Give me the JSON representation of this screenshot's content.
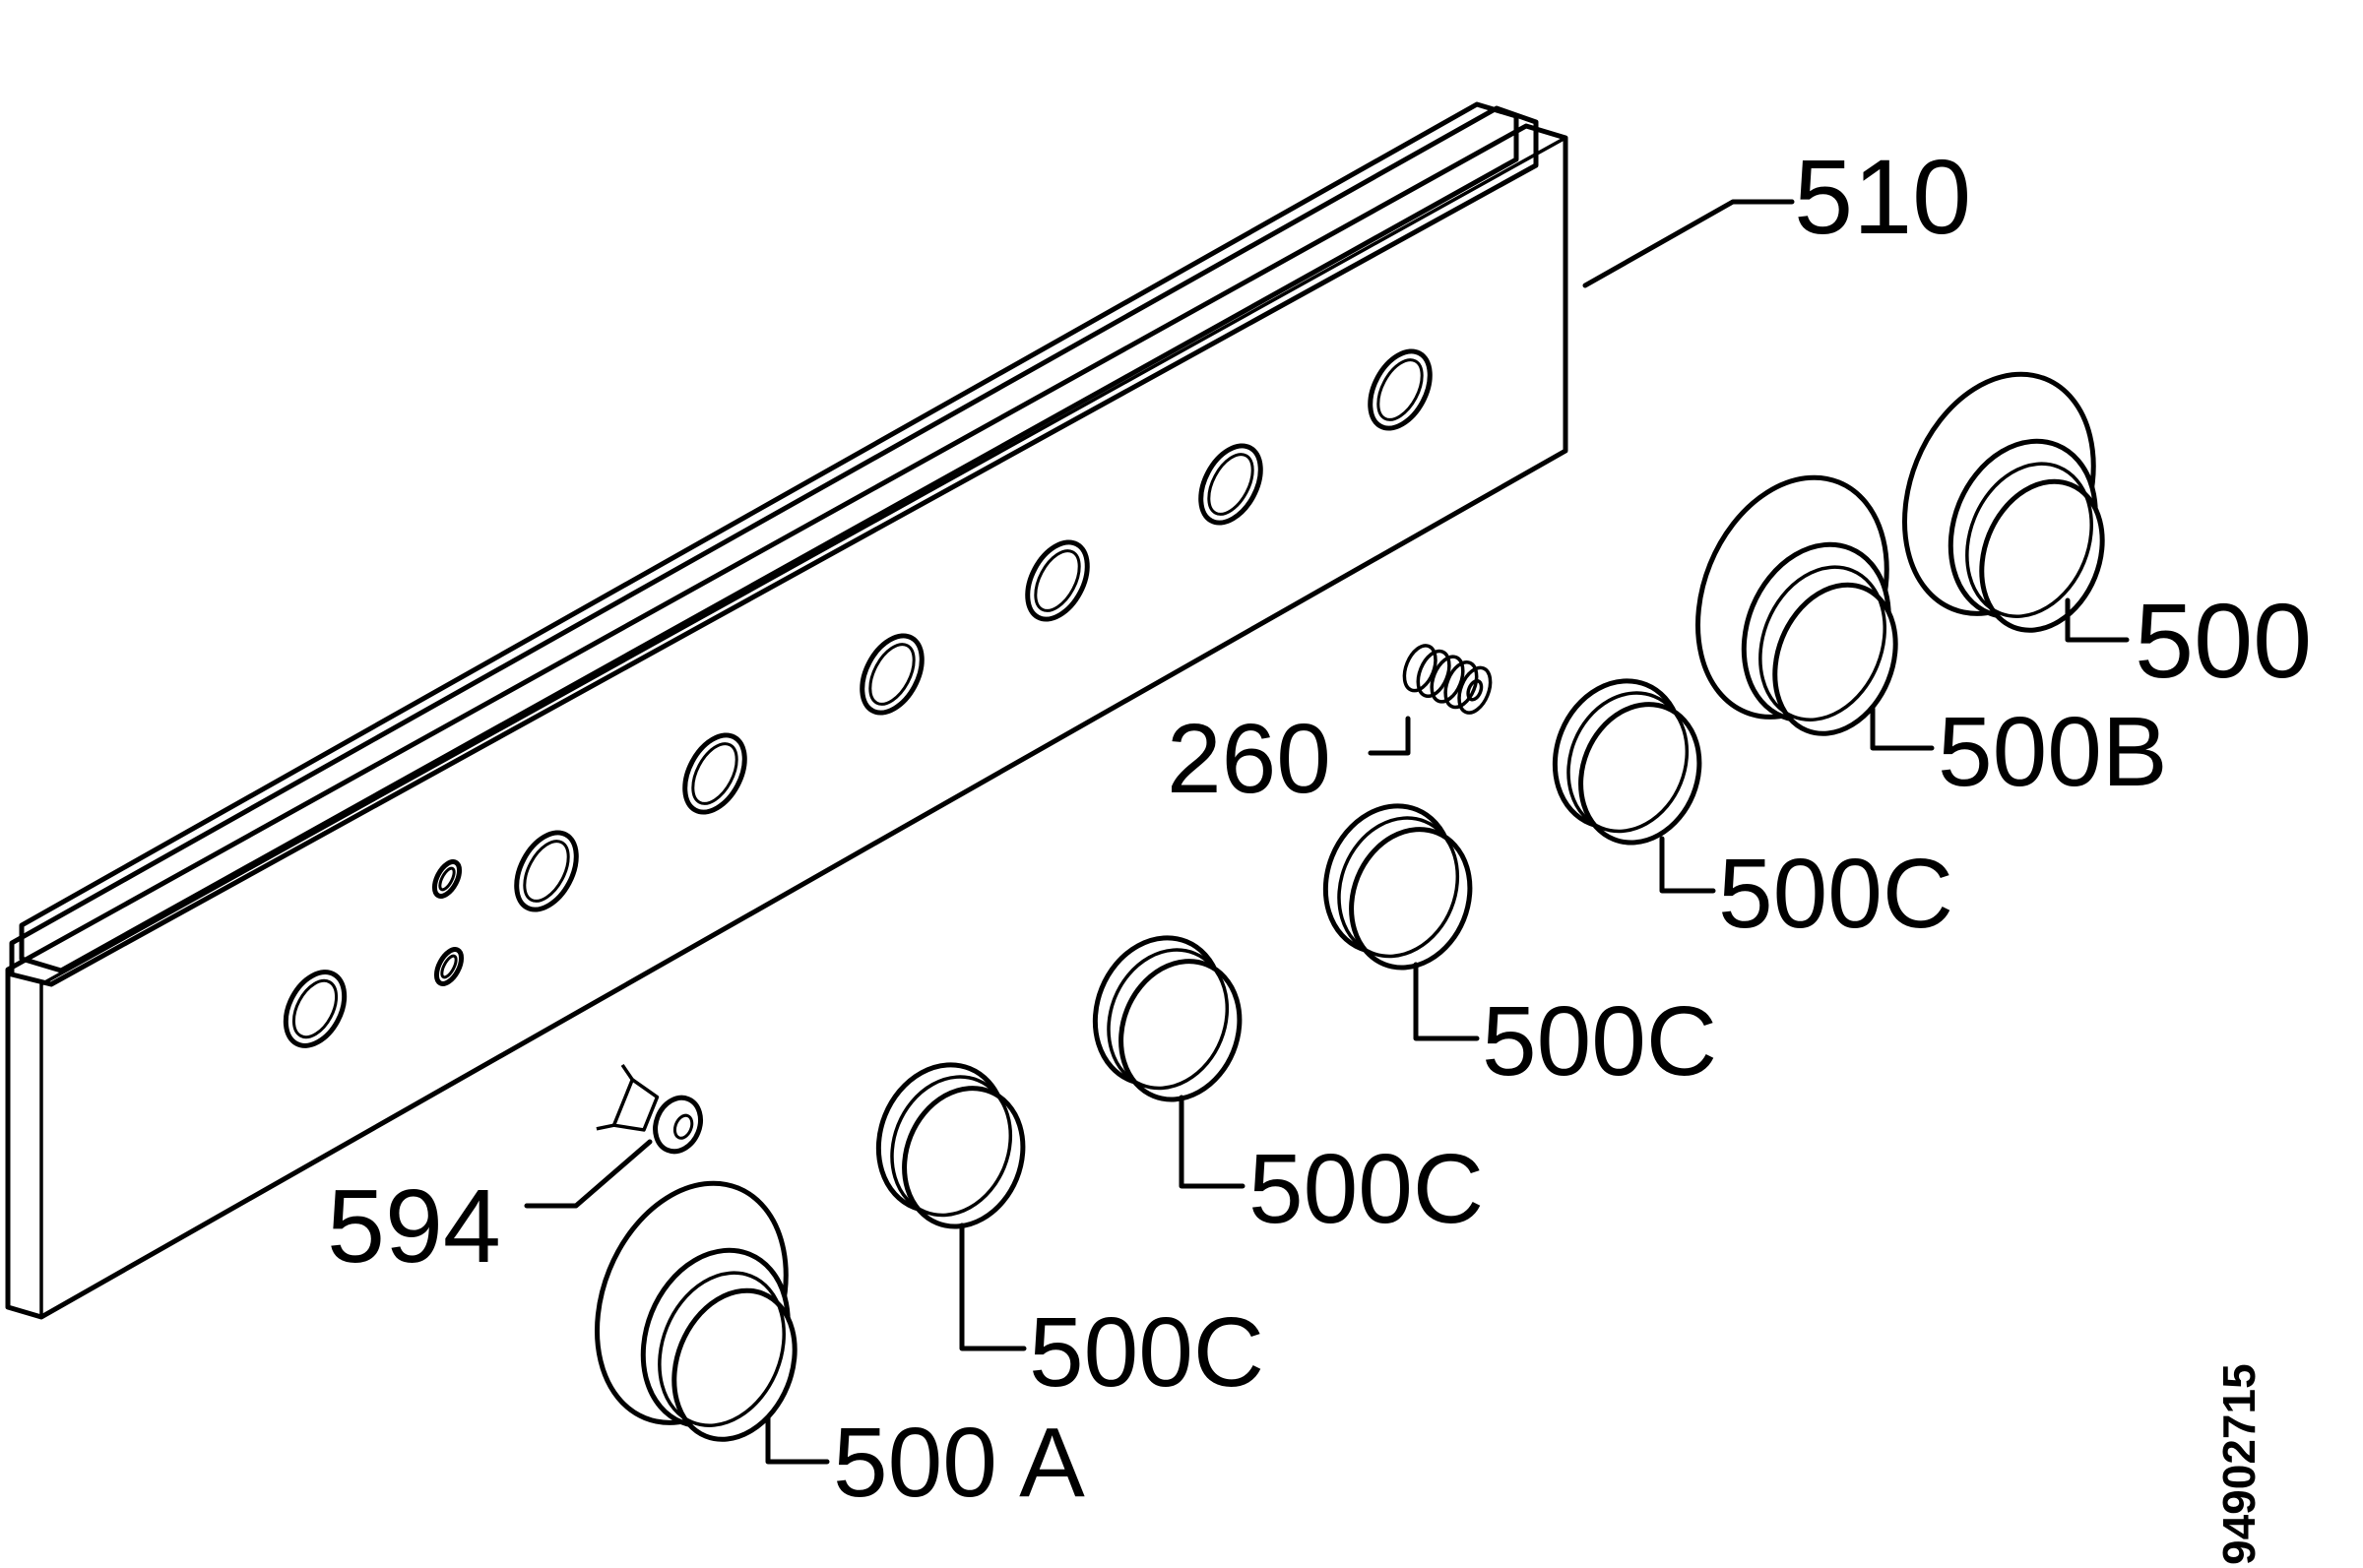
{
  "labels": {
    "panel": "510",
    "knob_right": "500",
    "knob_b": "500B",
    "knob_c1": "500C",
    "knob_c2": "500C",
    "knob_c3": "500C",
    "knob_c4": "500C",
    "knob_a": "500 A",
    "spring": "260",
    "clip": "594"
  },
  "document_number": "94902715"
}
